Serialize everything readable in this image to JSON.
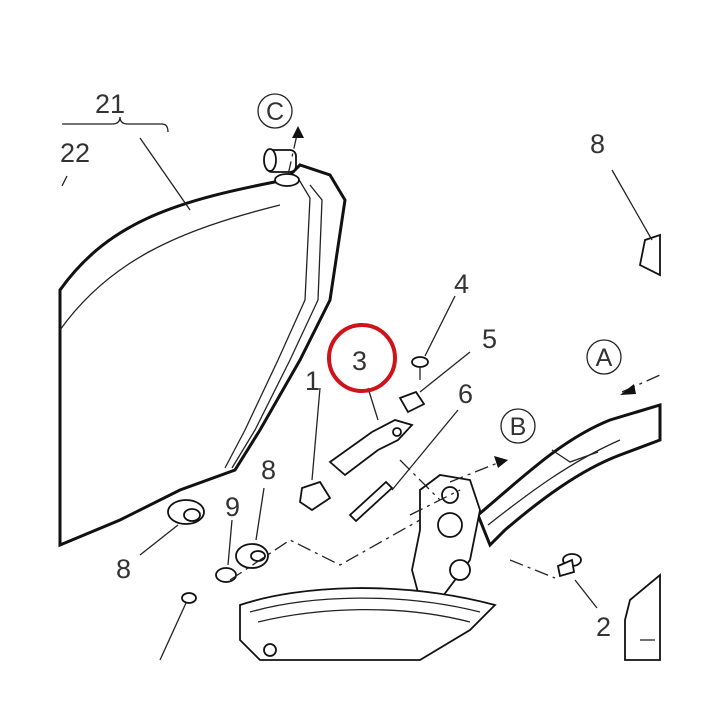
{
  "labels": {
    "p21": "21",
    "p22": "22",
    "p8_top": "8",
    "p4": "4",
    "p5": "5",
    "p3": "3",
    "p1": "1",
    "p6": "6",
    "p8_mid": "8",
    "p9": "9",
    "p8_left": "8",
    "p2": "2"
  },
  "callouts": {
    "C": "C",
    "A": "A",
    "B": "B"
  },
  "highlight": {
    "part": "3",
    "color": "#d0121b"
  }
}
